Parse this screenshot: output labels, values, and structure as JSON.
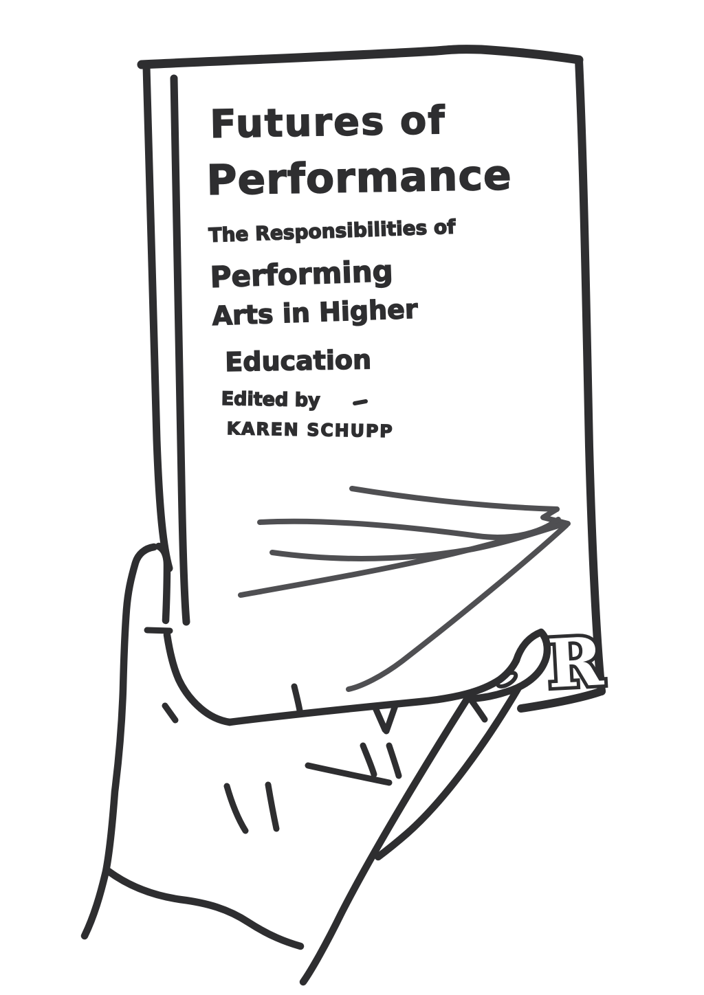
{
  "illustration": {
    "book_cover": {
      "title_line1": "Futures of",
      "title_line2": "Performance",
      "subtitle_line1": "The Responsibilities of",
      "subtitle_line2": "Performing",
      "subtitle_line3": "Arts in Higher",
      "subtitle_line4": "Education",
      "edited_by_label": "Edited by",
      "editor_name": "KAREN SCHUPP",
      "publisher_logo_letter": "R"
    },
    "colors": {
      "ink": "#2e2e30",
      "soft_line": "#4f4f52",
      "paper": "#ffffff",
      "speck": "#c9c9c4"
    }
  }
}
